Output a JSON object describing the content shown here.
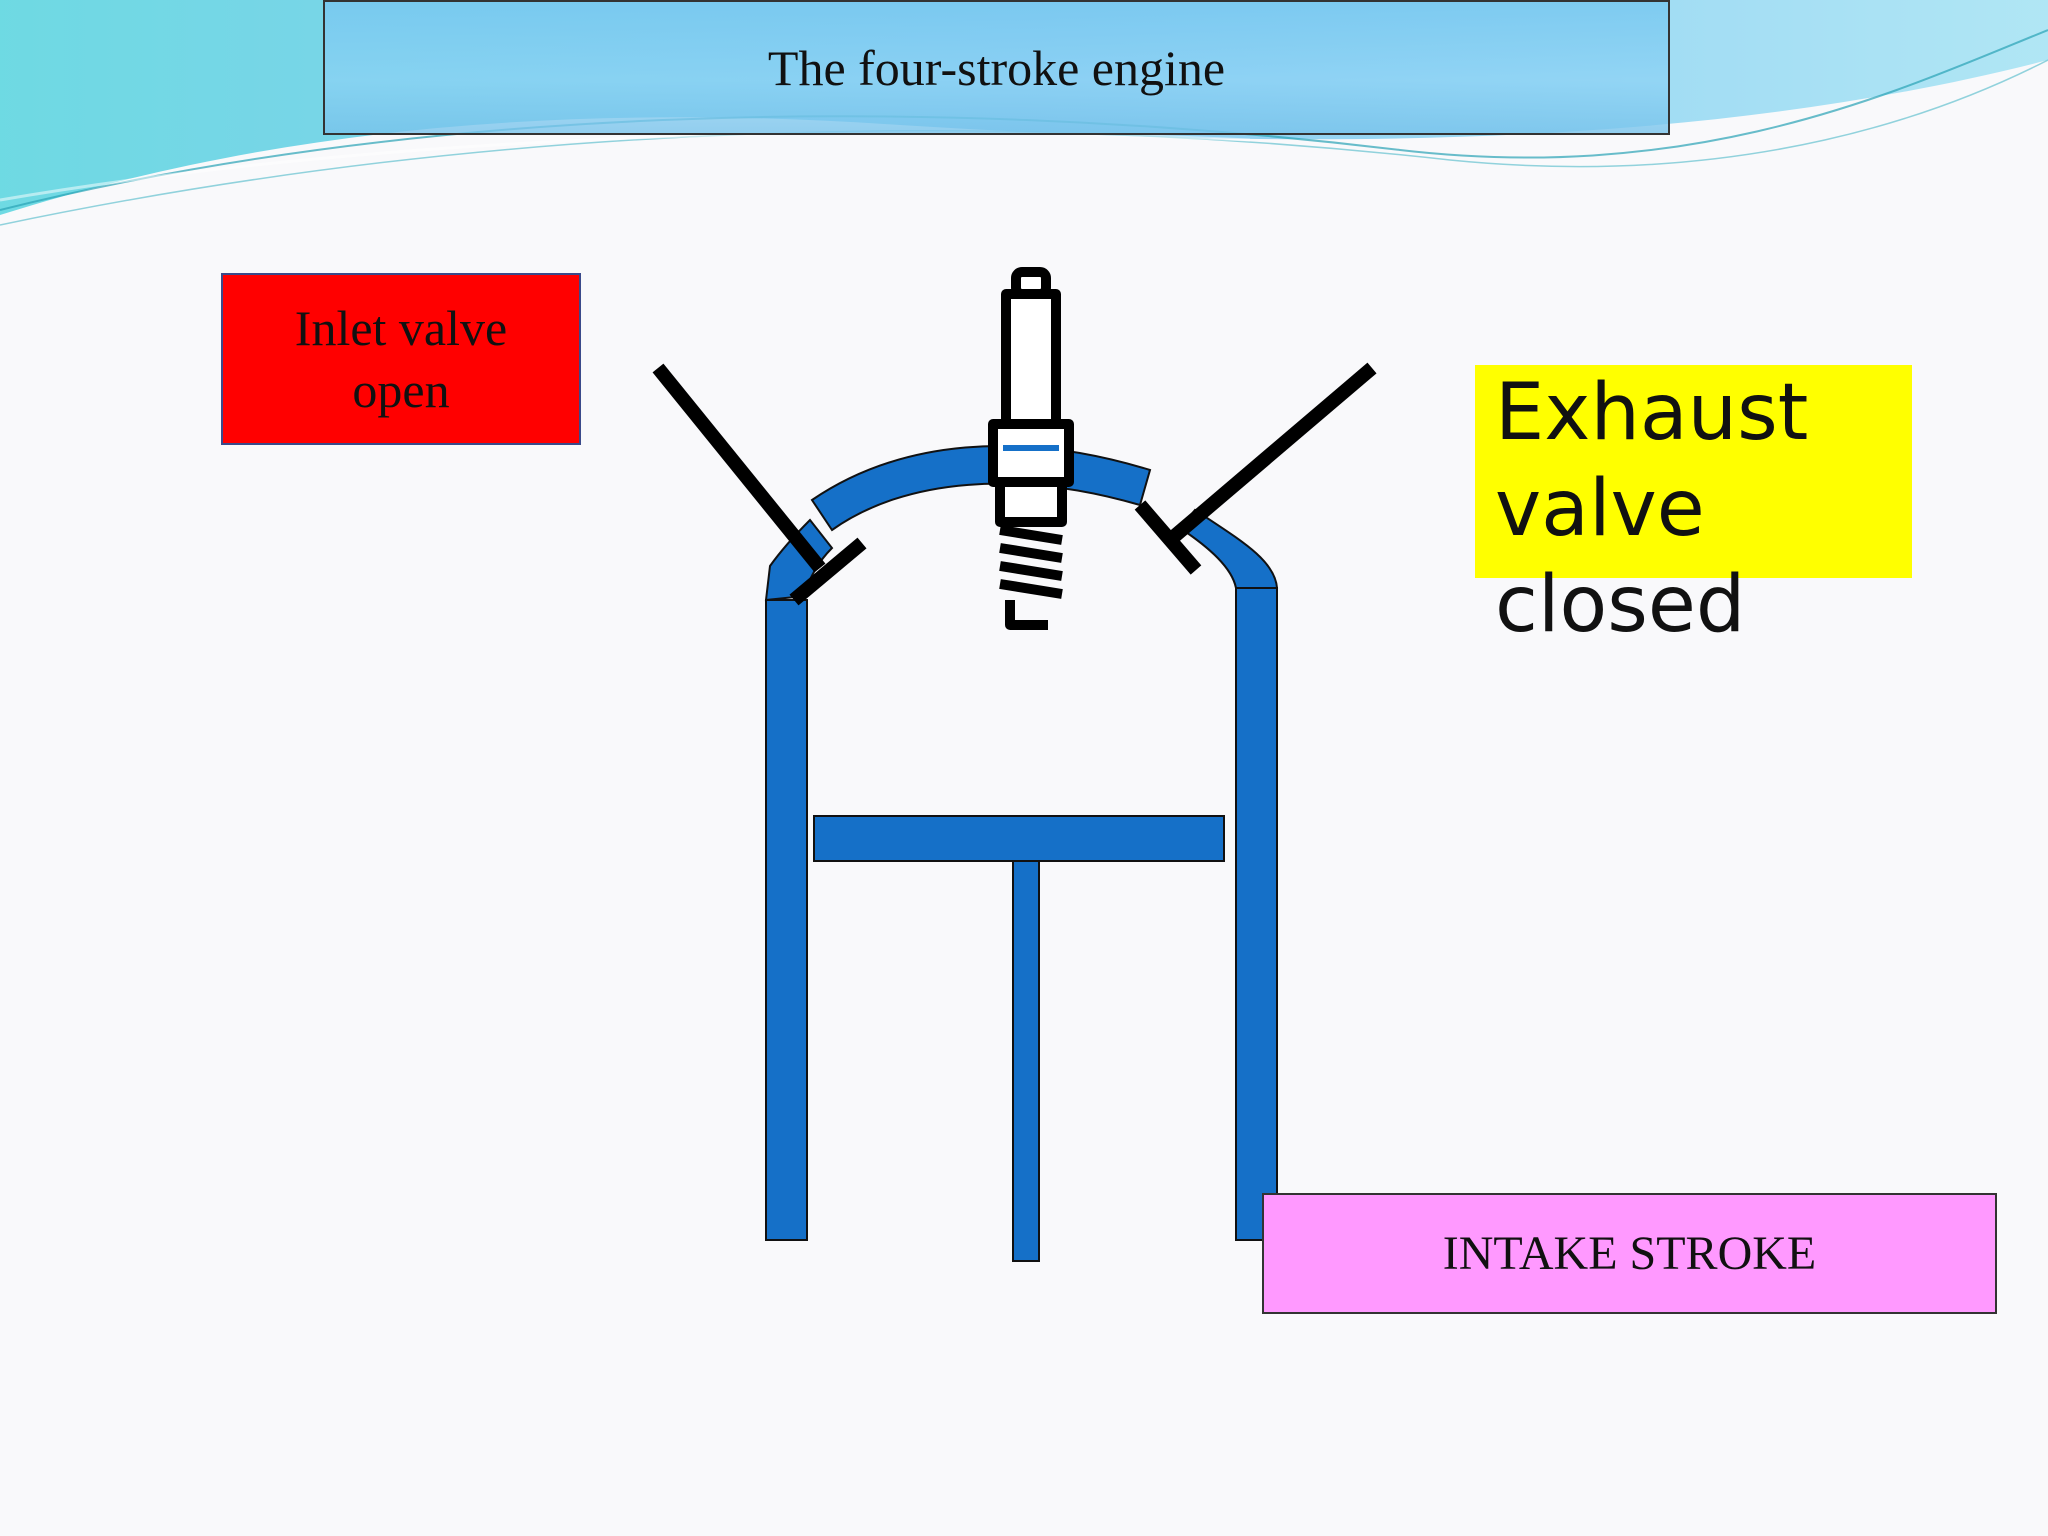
{
  "slide": {
    "title": "The four-stroke engine"
  },
  "labels": {
    "inlet": "Inlet valve open",
    "exhaust": "Exhaust valve closed",
    "stroke": "INTAKE STROKE"
  },
  "colors": {
    "cylinder": "#1570c8",
    "inlet_box": "#ff0000",
    "exhaust_box": "#ffff00",
    "stroke_box": "#ff99ff",
    "title_box": "#7ecbf0"
  }
}
